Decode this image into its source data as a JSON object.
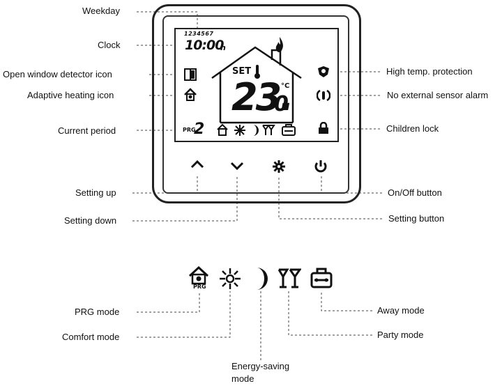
{
  "labels": {
    "weekday": "Weekday",
    "clock": "Clock",
    "open_window": "Open window detector icon",
    "adaptive_heating": "Adaptive heating icon",
    "current_period": "Current period",
    "high_temp": "High temp. protection",
    "no_sensor": "No external sensor alarm",
    "children_lock": "Children lock",
    "setting_up": "Setting up",
    "setting_down": "Setting down",
    "onoff": "On/Off button",
    "setting_button": "Setting button",
    "prg_mode": "PRG mode",
    "comfort_mode": "Comfort mode",
    "energy_line1": "Energy-saving",
    "energy_line2": "mode",
    "away_mode": "Away mode",
    "party_mode": "Party mode"
  },
  "lcd": {
    "weekdays": "1234567",
    "time": "10:00",
    "time_suffix": "h",
    "set": "SET",
    "temp_main": "23.",
    "temp_decimal": "0",
    "unit": "°C",
    "prg": "PRG",
    "period": "2",
    "prg_icon_text": "PRG"
  },
  "icons": [
    "open-window",
    "adaptive-heating",
    "flame",
    "thermometer",
    "high-temp-shield",
    "no-sensor-alarm",
    "child-lock",
    "prg-house",
    "sun",
    "moon",
    "cocktail",
    "suitcase",
    "up-chevron",
    "down-chevron",
    "gear",
    "power"
  ]
}
